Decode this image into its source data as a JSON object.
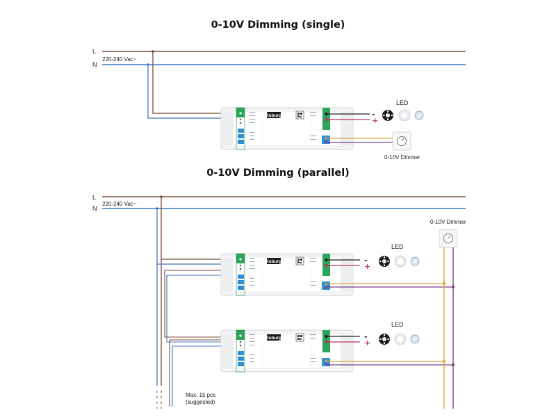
{
  "titles": {
    "single": "0-10V Dimming (single)",
    "parallel": "0-10V Dimming (parallel)"
  },
  "mains": {
    "line_label": "L",
    "neutral_label": "N",
    "voltage": "220-240 Vac~"
  },
  "driver": {
    "brand": "iluburg"
  },
  "outputs": {
    "minus": "-",
    "plus": "+",
    "led_label": "LED",
    "dimmer_label": "0-10V Dimmer"
  },
  "parallel_note": {
    "line1": "Max. 15 pcs",
    "line2": "(suggested)"
  },
  "colors": {
    "line": "#7b4a36",
    "neutral": "#3b78c4",
    "led_negative": "#222222",
    "led_positive": "#c0305a",
    "dim_plus": "#e3a43a",
    "dim_minus": "#7a3c8c",
    "terminal_green": "#2aa55a",
    "terminal_blue": "#2f8fd0"
  }
}
